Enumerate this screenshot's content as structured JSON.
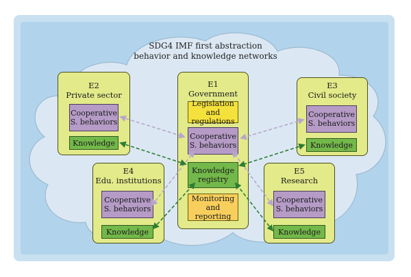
{
  "diagram": {
    "title": "SDG4 IMF first abstraction\nbehavior and knowledge networks",
    "colors": {
      "background_outer": "#c9e0f0",
      "background_inner": "#b1d4ec",
      "cloud": "#dbe8f3",
      "entity": "#e2ea8a",
      "cooperative": "#b59bc6",
      "knowledge": "#73b84a",
      "legislation": "#f5e13b",
      "monitoring": "#f8cf5c",
      "behavior_link": "#b7a6cc",
      "knowledge_link": "#2e7d32"
    },
    "entities": {
      "e1": {
        "id": "E1",
        "name": "Government",
        "legislation": "Legislation and\nregulations",
        "cooperative": "Cooperative\nS. behaviors",
        "knowledge": "Knowledge\nregistry",
        "monitoring": "Monitoring\nand reporting"
      },
      "e2": {
        "id": "E2",
        "name": "Private sector",
        "cooperative": "Cooperative\nS. behaviors",
        "knowledge": "Knowledge"
      },
      "e3": {
        "id": "E3",
        "name": "Civil society",
        "cooperative": "Cooperative\nS. behaviors",
        "knowledge": "Knowledge"
      },
      "e4": {
        "id": "E4",
        "name": "Edu. institutions",
        "cooperative": "Cooperative\nS. behaviors",
        "knowledge": "Knowledge"
      },
      "e5": {
        "id": "E5",
        "name": "Research",
        "cooperative": "Cooperative\nS. behaviors",
        "knowledge": "Knowledge"
      }
    },
    "links": [
      {
        "kind": "behavior",
        "from": "E2 cooperative",
        "to": "E1 cooperative"
      },
      {
        "kind": "behavior",
        "from": "E3 cooperative",
        "to": "E1 cooperative"
      },
      {
        "kind": "behavior",
        "from": "E4 cooperative",
        "to": "E1 cooperative"
      },
      {
        "kind": "behavior",
        "from": "E5 cooperative",
        "to": "E1 cooperative"
      },
      {
        "kind": "knowledge",
        "from": "E2 knowledge",
        "to": "E1 knowledge registry"
      },
      {
        "kind": "knowledge",
        "from": "E3 knowledge",
        "to": "E1 knowledge registry"
      },
      {
        "kind": "knowledge",
        "from": "E4 knowledge",
        "to": "E1 knowledge registry"
      },
      {
        "kind": "knowledge",
        "from": "E5 knowledge",
        "to": "E1 knowledge registry"
      }
    ]
  }
}
